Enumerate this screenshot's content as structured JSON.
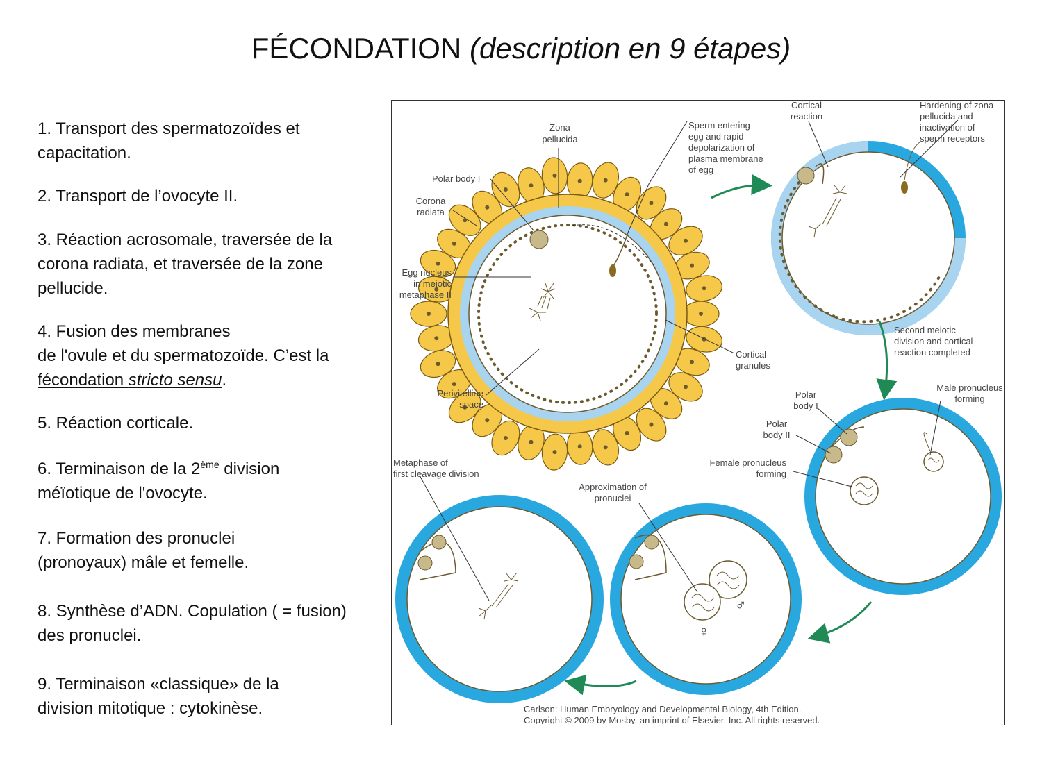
{
  "title": {
    "main": "FÉCONDATION",
    "sub": "(description en 9 étapes)"
  },
  "steps": [
    {
      "l1": "1. Transport des spermatozoïdes et",
      "l2": "capacitation."
    },
    {
      "l1": "2. Transport de l’ovocyte II."
    },
    {
      "l1": "3. Réaction acrosomale, traversée de la",
      "l2": "corona radiata, et traversée de la zone",
      "l3": "pellucide."
    },
    {
      "l1": "4. Fusion des membranes",
      "l2": "de l'ovule et du spermatozoïde. C’est la",
      "l3a": "fécondation ",
      "l3b": "stricto sensu",
      "l3c": "."
    },
    {
      "l1": "5. Réaction corticale."
    },
    {
      "l1a": "6. Terminaison de la 2",
      "sup": "ème",
      "l1b": " division",
      "l2": "méïotique de l'ovocyte."
    },
    {
      "l1": "7. Formation des pronuclei",
      "l2": "(pronoyaux) mâle et femelle."
    },
    {
      "l1": "8. Synthèse d’ADN. Copulation ( = fusion)",
      "l2": "des pronuclei."
    },
    {
      "l1": "9. Terminaison «classique» de la",
      "l2": "division mitotique : cytokinèse."
    }
  ],
  "diagram": {
    "labels": {
      "zona": [
        "Zona",
        "pellucida"
      ],
      "sperm_entering": [
        "Sperm entering",
        "egg and rapid",
        "depolarization of",
        "plasma membrane",
        "of egg"
      ],
      "cortical_reaction": [
        "Cortical",
        "reaction"
      ],
      "hardening": [
        "Hardening of zona",
        "pellucida and",
        "inactivation of",
        "sperm receptors"
      ],
      "polar_body_1": [
        "Polar body I"
      ],
      "corona": [
        "Corona",
        "radiata"
      ],
      "egg_nucleus": [
        "Egg nucleus",
        "in meiotic",
        "metaphase II"
      ],
      "cortical_granules": [
        "Cortical",
        "granules"
      ],
      "perivitelline": [
        "Perivitelline",
        "space"
      ],
      "second_meiotic": [
        "Second meiotic",
        "division and cortical",
        "reaction completed"
      ],
      "polar_body_i_b": [
        "Polar",
        "body I"
      ],
      "polar_body_ii": [
        "Polar",
        "body II"
      ],
      "male_pronucleus": [
        "Male pronucleus",
        "forming"
      ],
      "female_pronucleus": [
        "Female pronucleus",
        "forming"
      ],
      "metaphase_first": [
        "Metaphase of",
        "first cleavage division"
      ],
      "approximation": [
        "Approximation of",
        "pronuclei"
      ]
    },
    "symbols": {
      "male": "♂",
      "female": "♀"
    },
    "credit": [
      "Carlson: Human Embryology and Developmental Biology, 4th Edition.",
      "Copyright © 2009 by Mosby, an imprint of Elsevier, Inc. All rights reserved."
    ],
    "colors": {
      "corona": "#f5c84a",
      "zona_blue": "#29a8e0",
      "zona_light": "#a9d4f0",
      "arrow": "#1f8a55",
      "granule": "#6b5a30"
    }
  }
}
